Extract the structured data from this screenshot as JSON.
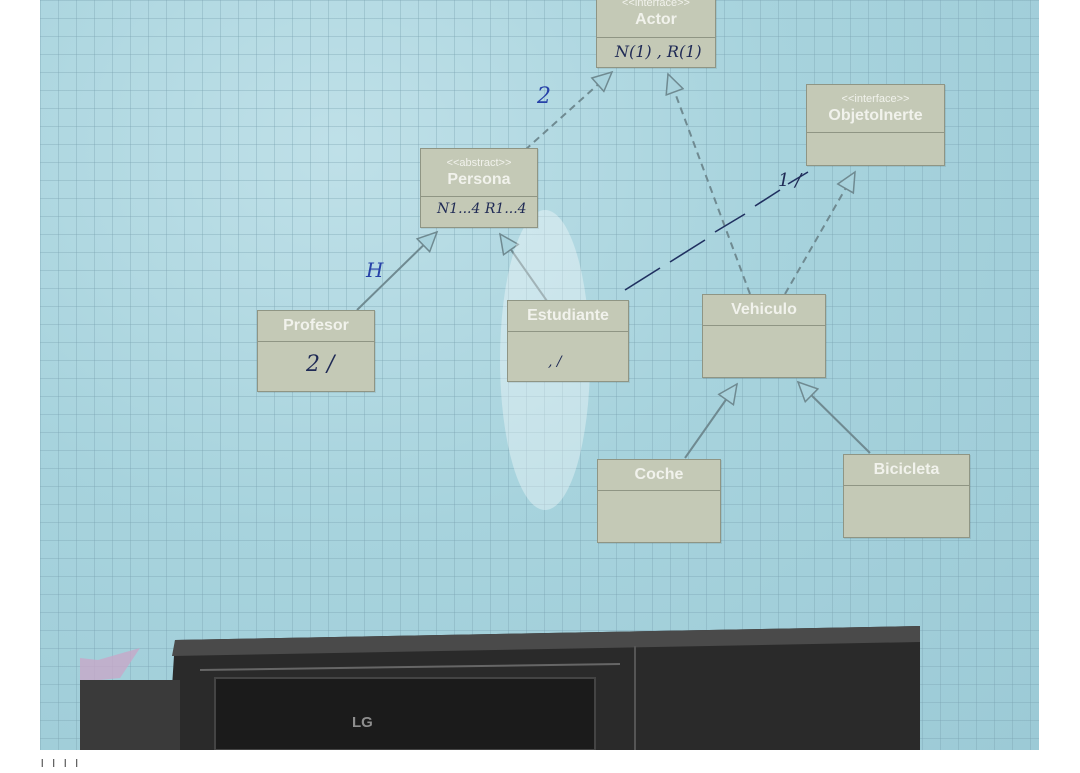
{
  "diagram": {
    "classes": {
      "actor": {
        "stereotype": "<<interface>>",
        "name": "Actor",
        "note": "N(1) , R(1)"
      },
      "objetoinerte": {
        "stereotype": "<<interface>>",
        "name": "ObjetoInerte"
      },
      "persona": {
        "stereotype": "<<abstract>>",
        "name": "Persona",
        "note": "N1...4  R1...4"
      },
      "profesor": {
        "name": "Profesor",
        "note": "2 /"
      },
      "estudiante": {
        "name": "Estudiante",
        "note": ", /"
      },
      "vehiculo": {
        "name": "Vehiculo"
      },
      "coche": {
        "name": "Coche"
      },
      "bicicleta": {
        "name": "Bicicleta"
      }
    },
    "annotations": {
      "persona_actor": "2",
      "profesor_persona": "H",
      "vehiculo_objeto": "1 /"
    }
  },
  "monitor": {
    "brand": "LG"
  },
  "caption": "l l l l"
}
